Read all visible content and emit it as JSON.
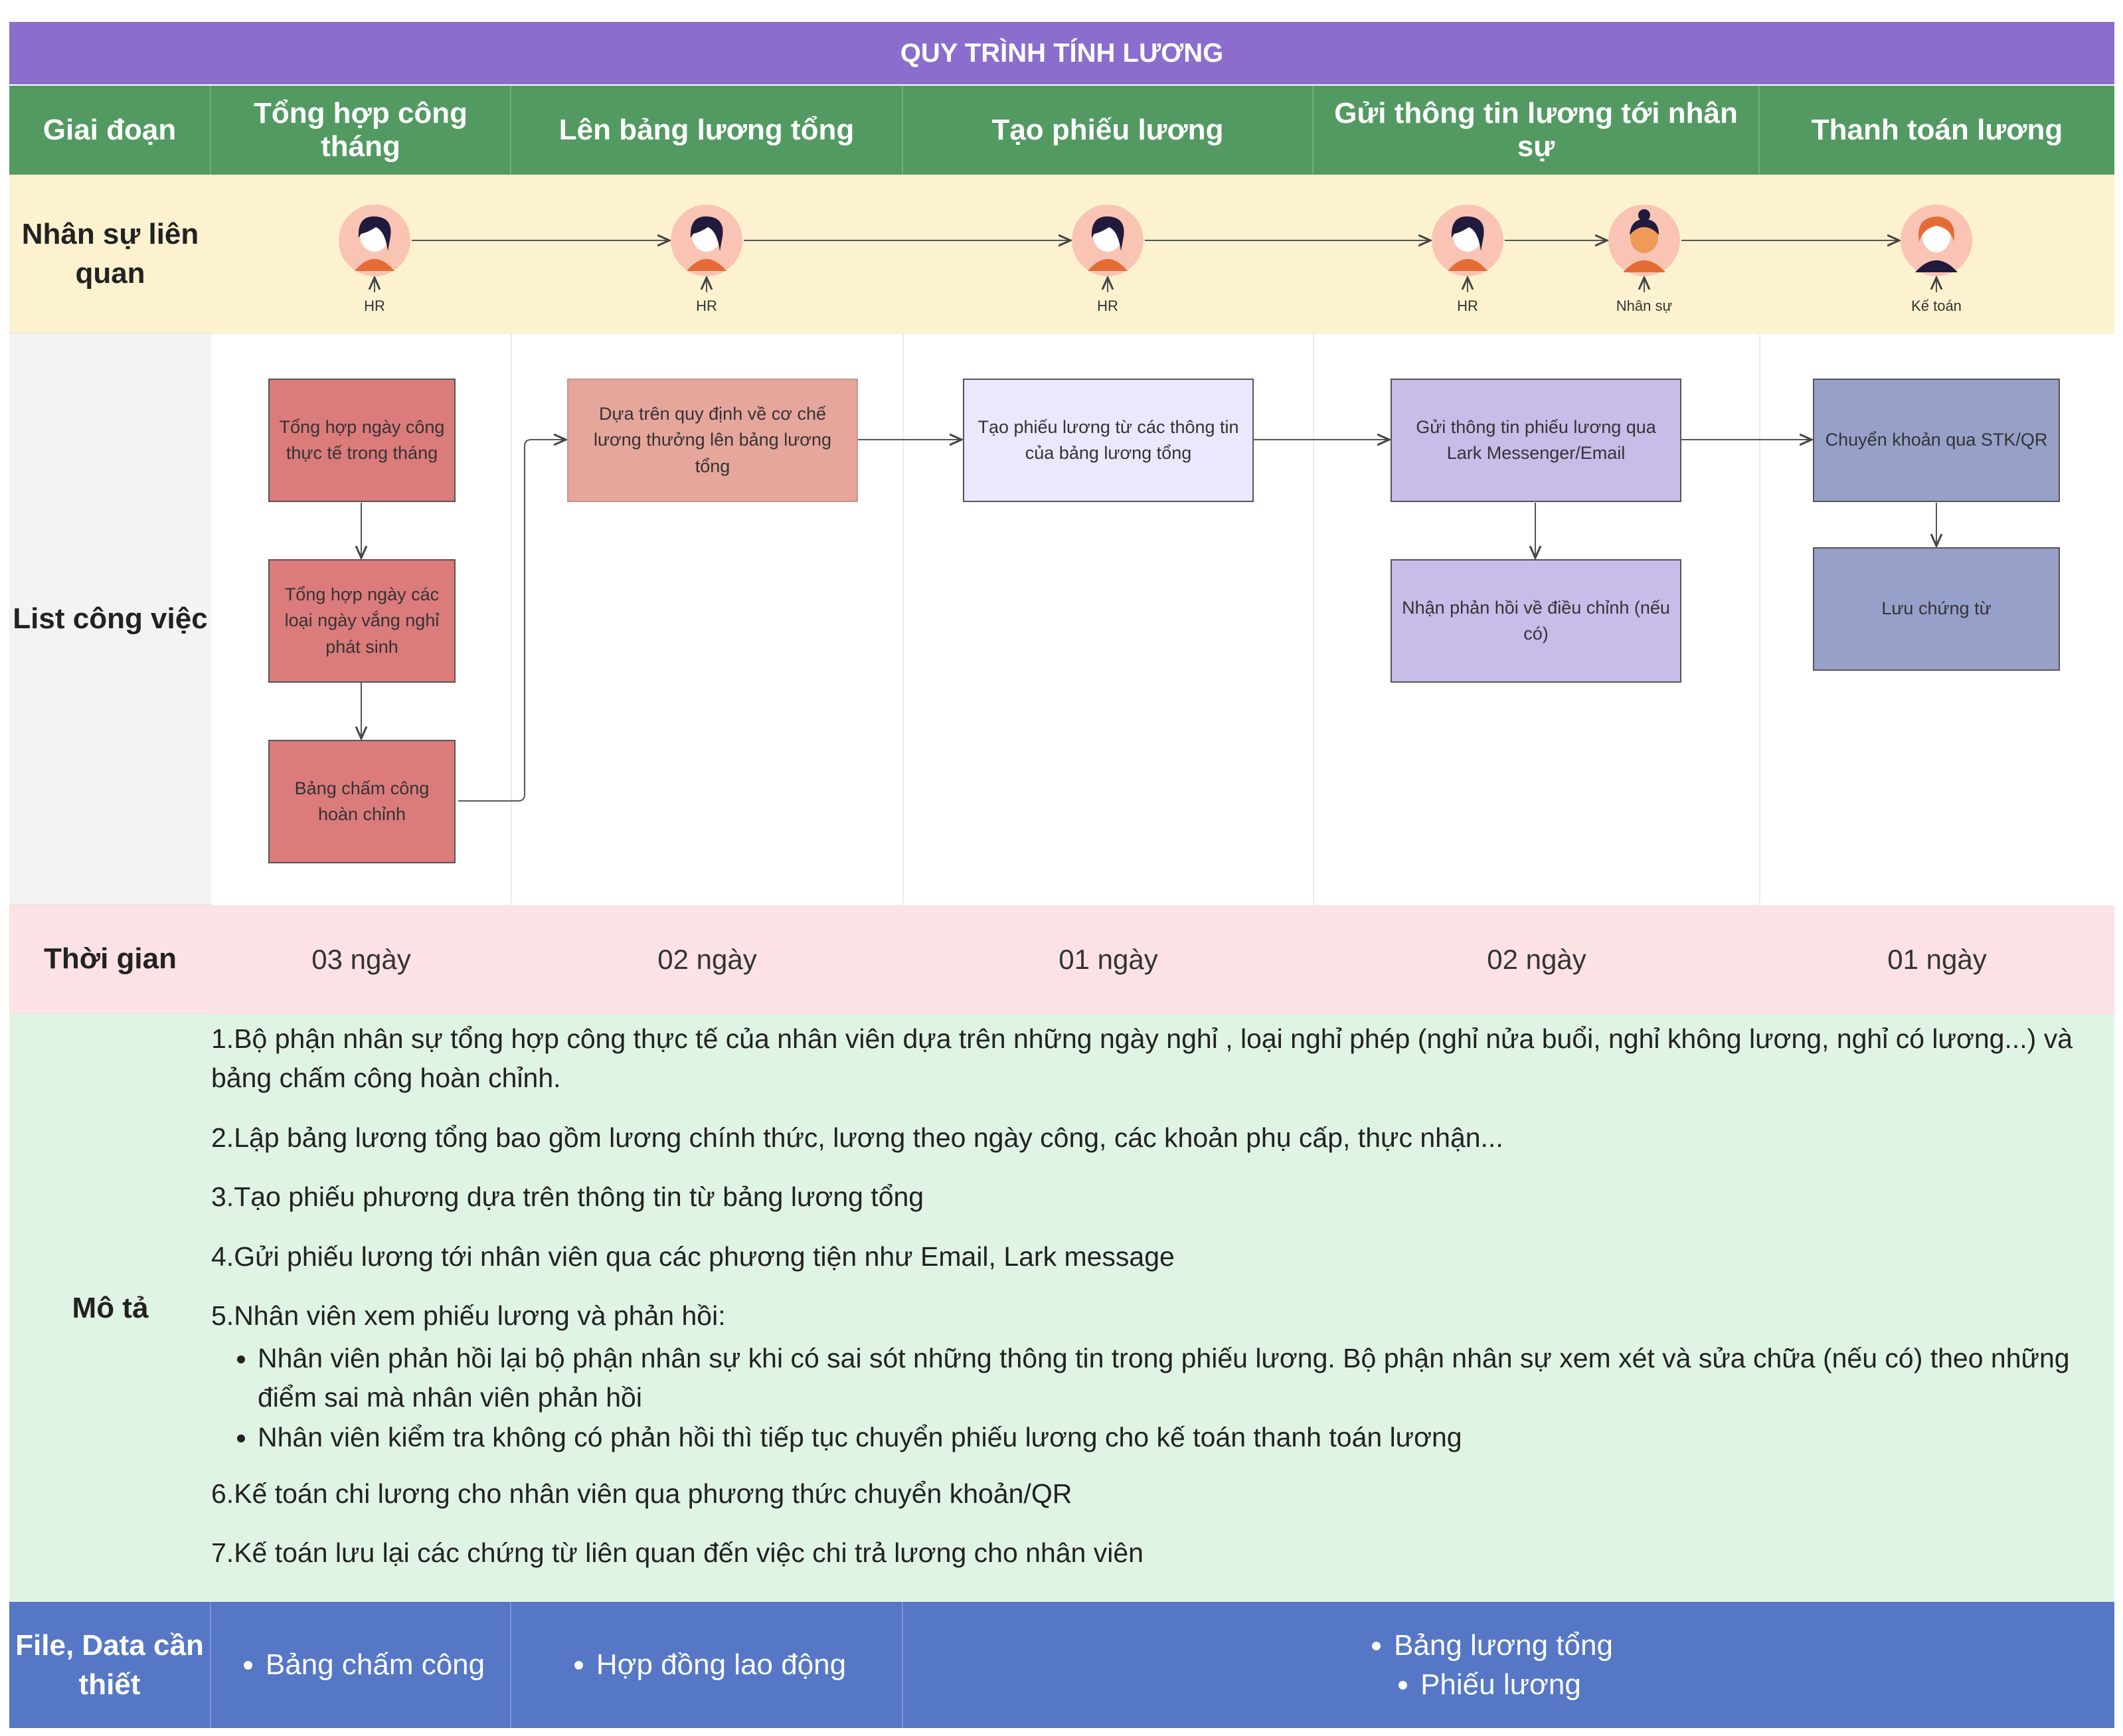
{
  "title": "QUY TRÌNH TÍNH LƯƠNG",
  "headers": [
    "Giai đoạn",
    "Tổng hợp công tháng",
    "Lên bảng lương tổng",
    "Tạo phiếu lương",
    "Gửi thông tin lương tới nhân sự",
    "Thanh toán lương"
  ],
  "row_labels": {
    "people": "Nhân sự liên quan",
    "tasks": "List công việc",
    "time": "Thời gian",
    "desc": "Mô tả",
    "files": "File, Data cần thiết"
  },
  "people": [
    {
      "label": "HR",
      "icon": "hr-avatar-icon"
    },
    {
      "label": "HR",
      "icon": "hr-avatar-icon"
    },
    {
      "label": "HR",
      "icon": "hr-avatar-icon"
    },
    {
      "label": "HR",
      "icon": "hr-avatar-icon"
    },
    {
      "label": "Nhân sự",
      "icon": "staff-avatar-icon"
    },
    {
      "label": "Kế toán",
      "icon": "accountant-avatar-icon"
    }
  ],
  "tasks": {
    "t1": "Tổng hợp ngày công thực tế trong tháng",
    "t2": "Tổng hợp ngày các loại ngày vắng nghỉ phát sinh",
    "t3": "Bảng chấm công hoàn chỉnh",
    "t4": "Dựa trên quy định về cơ chế lương thưởng lên bảng lương tổng",
    "t5": "Tạo phiếu lương từ các thông tin của bảng lương tổng",
    "t6": "Gửi thông tin phiếu lương qua Lark Messenger/Email",
    "t7": "Nhận phản hồi về điều chỉnh (nếu có)",
    "t8": "Chuyển khoản qua STK/QR",
    "t9": "Lưu chứng từ"
  },
  "times": [
    "03 ngày",
    "02 ngày",
    "01 ngày",
    "02 ngày",
    "01 ngày"
  ],
  "description": {
    "p1": "1.Bộ phận nhân sự tổng hợp công thực tế của nhân viên dựa trên những ngày nghỉ , loại nghỉ phép (nghỉ nửa buổi, nghỉ không lương, nghỉ có lương...) và bảng chấm công hoàn chỉnh.",
    "p2": "2.Lập bảng lương tổng bao gồm lương chính thức, lương theo ngày công, các khoản phụ cấp, thực nhận...",
    "p3": "3.Tạo phiếu phương dựa trên thông tin từ bảng lương tổng",
    "p4": "4.Gửi phiếu lương tới nhân viên qua các phương tiện như Email, Lark message",
    "p5": "5.Nhân viên xem phiếu lương và phản hồi:",
    "p5_bullets": [
      "Nhân viên phản hồi lại bộ phận nhân sự khi có sai sót những thông tin trong phiếu lương. Bộ phận nhân sự xem xét và sửa chữa (nếu có) theo những điểm sai mà nhân viên phản hồi",
      "Nhân viên kiểm tra không có phản hồi thì tiếp tục chuyển phiếu lương cho kế toán thanh toán lương"
    ],
    "p6": "6.Kế toán chi lương cho nhân viên qua phương thức chuyển khoản/QR",
    "p7": "7.Kế toán lưu lại các chứng từ liên quan đến việc chi trả lương cho nhân viên"
  },
  "files": {
    "col1": [
      "Bảng chấm công"
    ],
    "col2": [
      "Hợp đồng lao động"
    ],
    "col3": [
      "Bảng lương tổng",
      "Phiếu lương"
    ]
  },
  "colors": {
    "title_bg": "#8a6dcc",
    "header_bg": "#529a61",
    "people_bg": "#fdf2cf",
    "time_bg": "#fde2e5",
    "desc_bg": "#e0f4e6",
    "files_bg": "#5577c6"
  }
}
